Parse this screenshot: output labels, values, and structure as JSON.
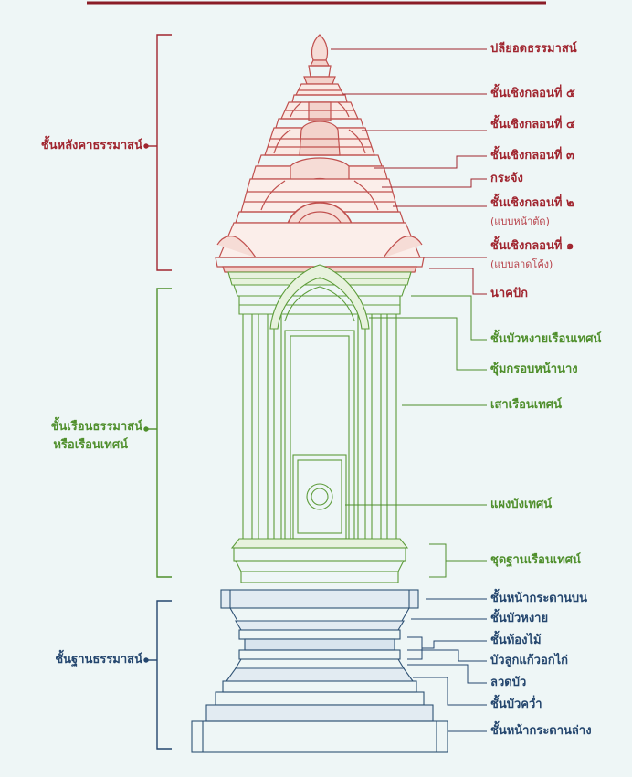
{
  "colors": {
    "roof": "#a0252f",
    "body": "#4f8f2c",
    "base": "#24466e",
    "background": "#eef6f6"
  },
  "sections": {
    "roof": "ชั้นหลังคาธรรมาสน์",
    "body_line1": "ชั้นเรือนธรรมาสน์",
    "body_line2": "หรือเรือนเทศน์",
    "base": "ชั้นฐานธรรมาสน์"
  },
  "roof_labels": {
    "finial": "ปลียอดธรรมาสน์",
    "tier5": "ชั้นเชิงกลอนที่ ๕",
    "tier4": "ชั้นเชิงกลอนที่ ๔",
    "tier3": "ชั้นเชิงกลอนที่ ๓",
    "krajang": "กระจัง",
    "tier2": "ชั้นเชิงกลอนที่ ๒",
    "tier2_note": "(แบบหน้าตัด)",
    "tier1": "ชั้นเชิงกลอนที่ ๑",
    "tier1_note": "(แบบลาดโค้ง)",
    "naga": "นาคปัก"
  },
  "body_labels": {
    "lotus_band": "ชั้นบัวหงายเรือนเทศน์",
    "arch": "ซุ้มกรอบหน้านาง",
    "pillar": "เสาเรือนเทศน์",
    "panel": "แผงบังเทศน์",
    "plinth": "ชุดฐานเรือนเทศน์"
  },
  "base_labels": {
    "upper_board": "ชั้นหน้ากระดานบน",
    "upturned_lotus": "ชั้นบัวหงาย",
    "waist": "ชั้นท้องไม้",
    "bua_luk_kaeo": "บัวลูกแก้วอกไก่",
    "luat_bua": "ลวดบัว",
    "inverted_lotus": "ชั้นบัวคว่ำ",
    "lower_board": "ชั้นหน้ากระดานล่าง"
  }
}
